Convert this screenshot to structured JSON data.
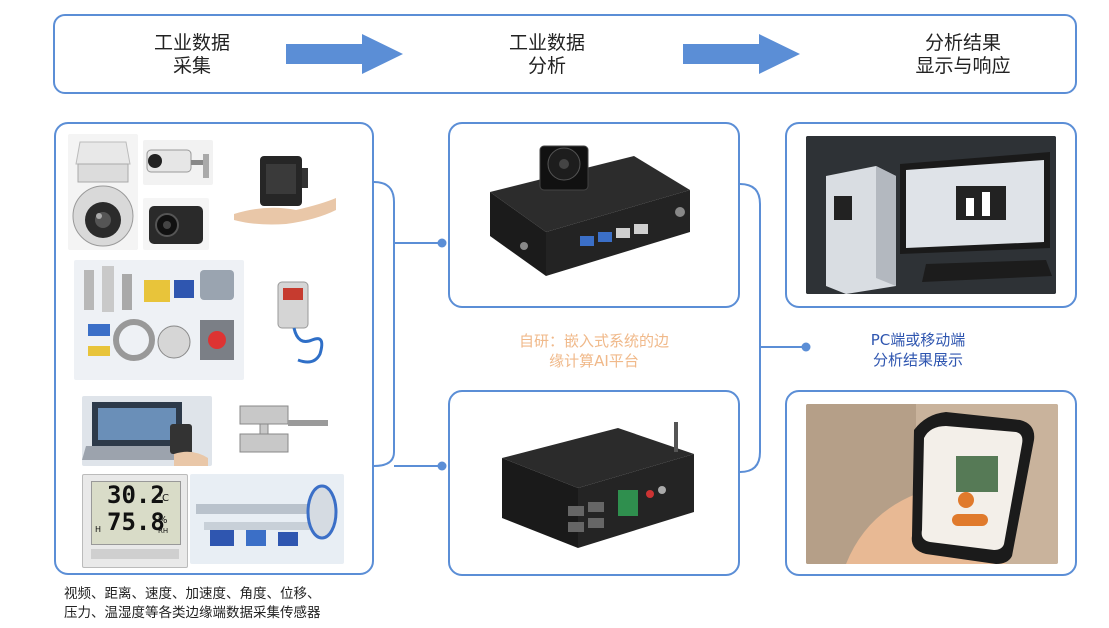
{
  "flow": {
    "step1": {
      "line1": "工业数据",
      "line2": "采集"
    },
    "step2": {
      "line1": "工业数据",
      "line2": "分析"
    },
    "step3": {
      "line1": "分析结果",
      "line2": "显示与响应"
    }
  },
  "left": {
    "caption_line1": "视频、距离、速度、加速度、角度、位移、",
    "caption_line2": "压力、温湿度等各类边缘端数据采集传感器",
    "display_temp": "30.2",
    "display_temp_unit": "°C",
    "display_humidity": "75.8",
    "display_humidity_unit": "%",
    "display_humidity_sub": "RH",
    "display_mark": "H"
  },
  "middle": {
    "caption_line1": "自研：嵌入式系统的边",
    "caption_line2": "缘计算AI平台"
  },
  "right": {
    "caption_line1": "PC端或移动端",
    "caption_line2": "分析结果展示"
  },
  "colors": {
    "border": "#5b8ed6",
    "arrow": "#5b8ed6",
    "mid_caption": "#f0b98a",
    "right_caption": "#2f56b0"
  }
}
